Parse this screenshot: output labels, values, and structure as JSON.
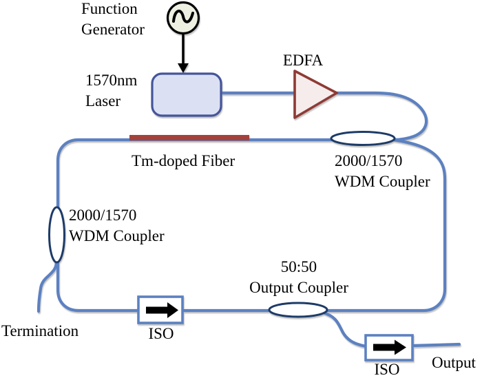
{
  "labels": {
    "function_generator": {
      "line1": "Function",
      "line2": "Generator"
    },
    "laser": {
      "line1": "1570nm",
      "line2": "Laser"
    },
    "edfa": "EDFA",
    "tm_doped_fiber": "Tm-doped Fiber",
    "wdm_coupler_right": {
      "line1": "2000/1570",
      "line2": "WDM Coupler"
    },
    "wdm_coupler_left": {
      "line1": "2000/1570",
      "line2": "WDM Coupler"
    },
    "output_coupler": {
      "line1": "50:50",
      "line2": "Output Coupler"
    },
    "iso_ring": "ISO",
    "iso_output": "ISO",
    "termination": "Termination",
    "output": "Output"
  },
  "colors": {
    "fiber": "#5b81c1",
    "coupler_outline": "#1f3b67",
    "tm_fiber_red": "#a3423a",
    "edfa_fill": "#f6ecec",
    "edfa_outline": "#8e3a34",
    "laser_fill": "#dbe1f3",
    "laser_outline": "#44549b",
    "fn_gen_fill": "#eef0e2",
    "iso_outline": "#5b81c1",
    "black": "#000000",
    "background": "#ffffff"
  }
}
